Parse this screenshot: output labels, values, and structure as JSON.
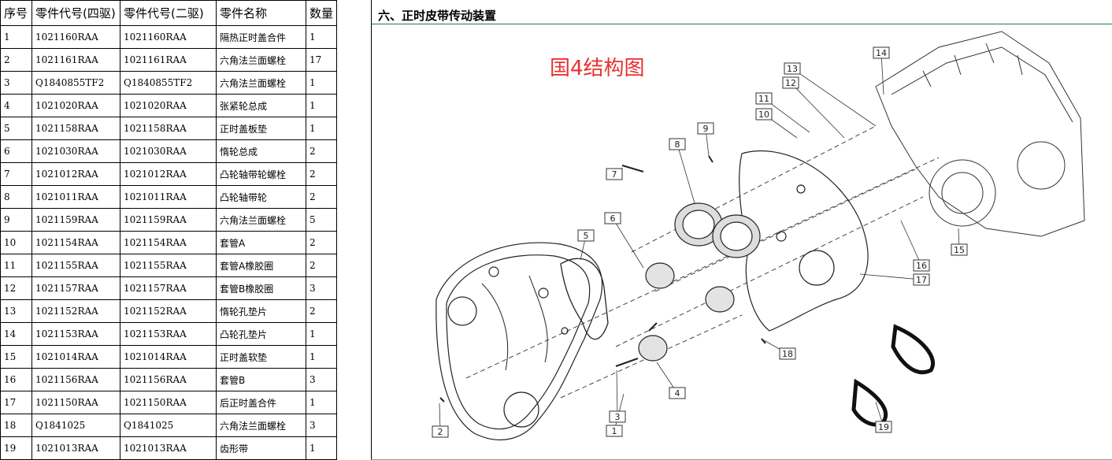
{
  "table": {
    "headers": [
      "序号",
      "零件代号(四驱)",
      "零件代号(二驱)",
      "零件名称",
      "数量"
    ],
    "rows": [
      [
        "1",
        "1021160RAA",
        "1021160RAA",
        "隔热正时盖合件",
        "1"
      ],
      [
        "2",
        "1021161RAA",
        "1021161RAA",
        "六角法兰面螺栓",
        "17"
      ],
      [
        "3",
        "Q1840855TF2",
        "Q1840855TF2",
        "六角法兰面螺栓",
        "1"
      ],
      [
        "4",
        "1021020RAA",
        "1021020RAA",
        "张紧轮总成",
        "1"
      ],
      [
        "5",
        "1021158RAA",
        "1021158RAA",
        "正时盖板垫",
        "1"
      ],
      [
        "6",
        "1021030RAA",
        "1021030RAA",
        "惰轮总成",
        "2"
      ],
      [
        "7",
        "1021012RAA",
        "1021012RAA",
        "凸轮轴带轮螺栓",
        "2"
      ],
      [
        "8",
        "1021011RAA",
        "1021011RAA",
        "凸轮轴带轮",
        "2"
      ],
      [
        "9",
        "1021159RAA",
        "1021159RAA",
        "六角法兰面螺栓",
        "5"
      ],
      [
        "10",
        "1021154RAA",
        "1021154RAA",
        "套管A",
        "2"
      ],
      [
        "11",
        "1021155RAA",
        "1021155RAA",
        "套管A橡胶圈",
        "2"
      ],
      [
        "12",
        "1021157RAA",
        "1021157RAA",
        "套管B橡胶圈",
        "3"
      ],
      [
        "13",
        "1021152RAA",
        "1021152RAA",
        "惰轮孔垫片",
        "2"
      ],
      [
        "14",
        "1021153RAA",
        "1021153RAA",
        "凸轮孔垫片",
        "1"
      ],
      [
        "15",
        "1021014RAA",
        "1021014RAA",
        "正时盖软垫",
        "1"
      ],
      [
        "16",
        "1021156RAA",
        "1021156RAA",
        "套管B",
        "3"
      ],
      [
        "17",
        "1021150RAA",
        "1021150RAA",
        "后正时盖合件",
        "1"
      ],
      [
        "18",
        "Q1841025",
        "Q1841025",
        "六角法兰面螺栓",
        "3"
      ],
      [
        "19",
        "1021013RAA",
        "1021013RAA",
        "齿形带",
        "1"
      ]
    ]
  },
  "diagram": {
    "section_title": "六、正时皮带传动装置",
    "overlay_label": "国4结构图",
    "overlay_color": "#e8312f",
    "callouts": [
      "1",
      "2",
      "3",
      "4",
      "5",
      "6",
      "7",
      "8",
      "9",
      "10",
      "11",
      "12",
      "13",
      "14",
      "15",
      "16",
      "17",
      "18",
      "19"
    ]
  }
}
